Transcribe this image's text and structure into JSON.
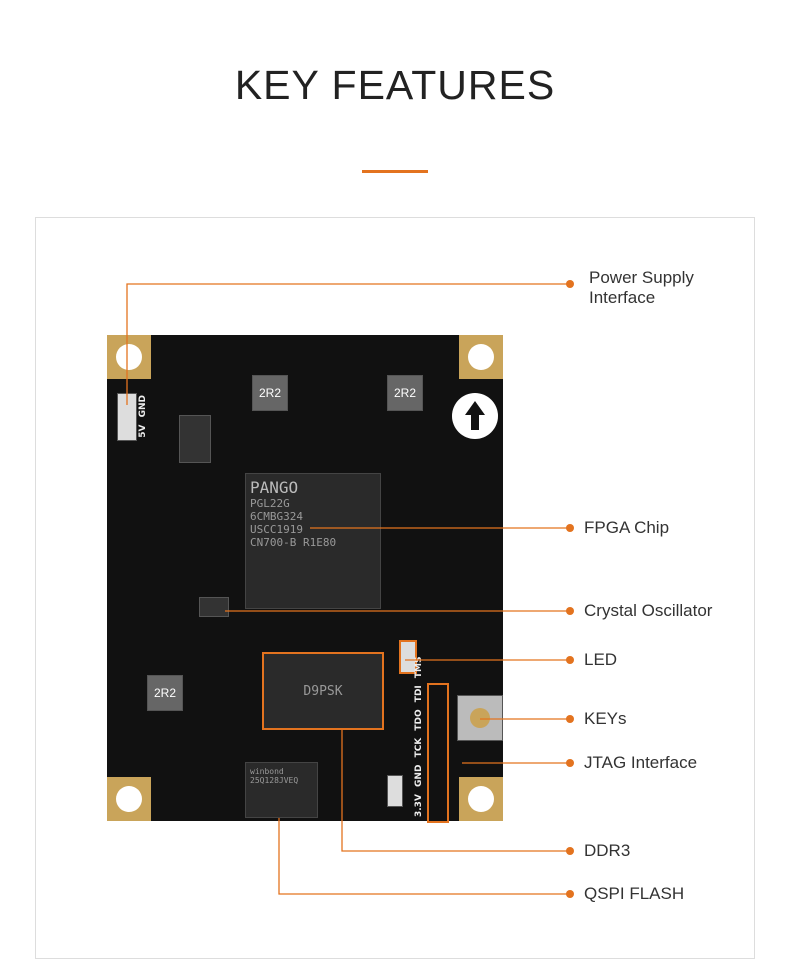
{
  "title": "KEY FEATURES",
  "accent": "#e3731f",
  "callouts": {
    "power": [
      "Power Supply",
      "Interface"
    ],
    "fpga": "FPGA Chip",
    "crystal": "Crystal Oscillator",
    "led": "LED",
    "keys": "KEYs",
    "jtag": "JTAG Interface",
    "ddr3": "DDR3",
    "qspi": "QSPI FLASH"
  },
  "board": {
    "fpga_marking": [
      "PANGO",
      "PGL22G",
      "6CMBG324",
      "USCC1919",
      "CN700-B R1E80"
    ],
    "ddr_marking": "D9PSK",
    "flash_marking": "winbond 25Q128JVEQ",
    "inductor": "2R2",
    "jtag_pins": "3.3V GND TCK TDO TDI TMS",
    "power_pins": "5V GND"
  }
}
